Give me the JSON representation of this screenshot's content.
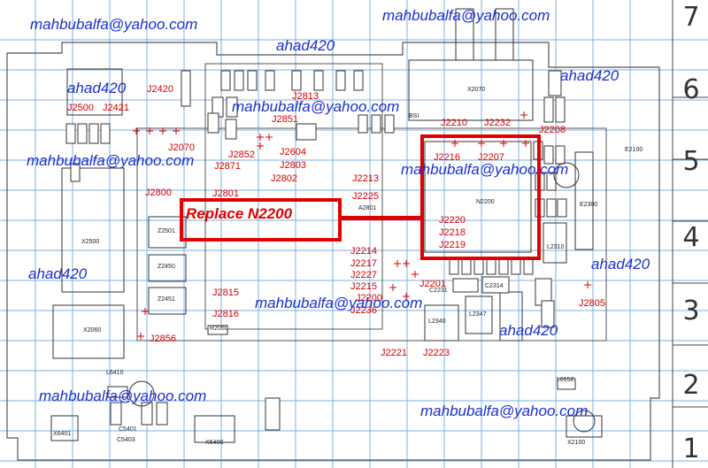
{
  "watermarks": {
    "email": "mahbubalfa@yahoo.com",
    "user": "ahad420"
  },
  "annotation": {
    "text": "Replace N2200",
    "color": "#e00000"
  },
  "grid_rows": [
    "7",
    "6",
    "5",
    "4",
    "3",
    "2",
    "1"
  ],
  "components": {
    "j2420": "J2420",
    "j2500": "J2500",
    "j2421": "J2421",
    "j2070": "J2070",
    "j2813": "J2813",
    "j2851": "J2851",
    "j2852": "J2852",
    "j2604": "J2604",
    "j2803": "J2803",
    "j2802": "J2802",
    "j2871": "J2871",
    "j2800": "J2800",
    "j2801": "J2801",
    "j2213": "J2213",
    "j2225": "J2225",
    "j2210": "J2210",
    "j2232": "J2232",
    "j2208": "J2208",
    "j2216": "J2216",
    "j2207": "J2207",
    "j2220": "J2220",
    "j2218": "J2218",
    "j2219": "J2219",
    "j2214": "J2214",
    "j2217": "J2217",
    "j2227": "J2227",
    "j2215": "J2215",
    "j2200": "J2200",
    "j2236": "J2236",
    "j2201": "J2201",
    "j2221": "J2221",
    "j2223": "J2223",
    "j2815": "J2815",
    "j2816": "J2816",
    "j2856": "J2856",
    "j2805": "J2805",
    "x2070": "X2070",
    "bsi": "BSI",
    "n2200": "N2200",
    "e2100": "E2100",
    "x2500": "X2500",
    "x2060": "X2060",
    "z2501": "Z2501",
    "z2450": "Z2450",
    "z2451": "Z2451",
    "l2340": "L2340",
    "l2347": "L2347",
    "l2310": "L2310",
    "c2231": "C2231",
    "c2314": "C2314",
    "l6410": "L6410",
    "x6401": "X6401",
    "c5401": "C5401",
    "c5403": "C5403",
    "x6400": "X6400",
    "x2100": "X2100",
    "l6152": "L6152",
    "a2801": "A2801",
    "r2060": "R2060",
    "e2300": "E2300"
  }
}
